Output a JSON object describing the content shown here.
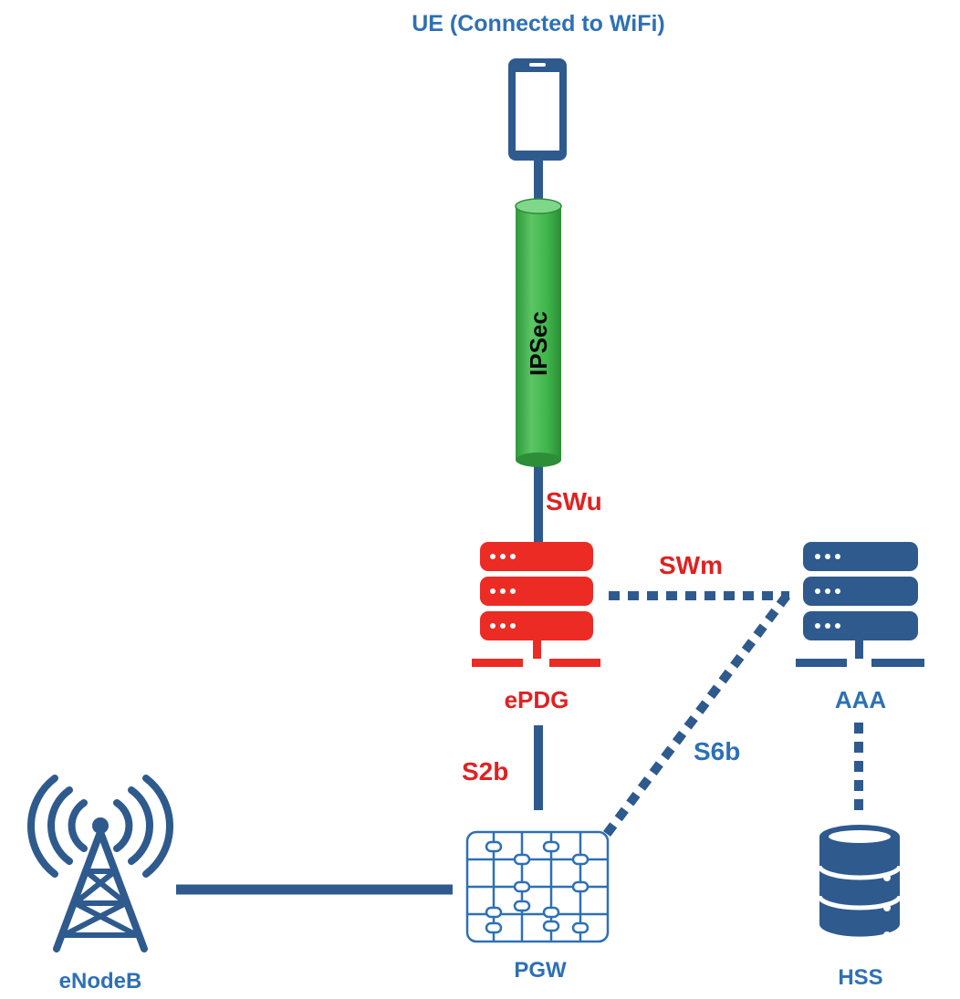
{
  "colors": {
    "blue": "#2E5A8E",
    "light_blue": "#2E70B5",
    "red": "#EC2B24",
    "green": "#3FB54A",
    "white": "#ffffff"
  },
  "ue": {
    "title": "UE (Connected to WiFi)",
    "icon": "smartphone-icon"
  },
  "tunnel": {
    "label": "IPSec",
    "icon": "tunnel-cylinder"
  },
  "interfaces": {
    "swu": "SWu",
    "swm": "SWm",
    "s2b": "S2b",
    "s6b": "S6b"
  },
  "nodes": {
    "epdg": {
      "label": "ePDG",
      "icon": "server-icon"
    },
    "aaa": {
      "label": "AAA",
      "icon": "server-icon"
    },
    "hss": {
      "label": "HSS",
      "icon": "database-icon"
    },
    "pgw": {
      "label": "PGW",
      "icon": "gateway-icon"
    },
    "enodeb": {
      "label": "eNodeB",
      "icon": "cell-tower-icon"
    }
  }
}
